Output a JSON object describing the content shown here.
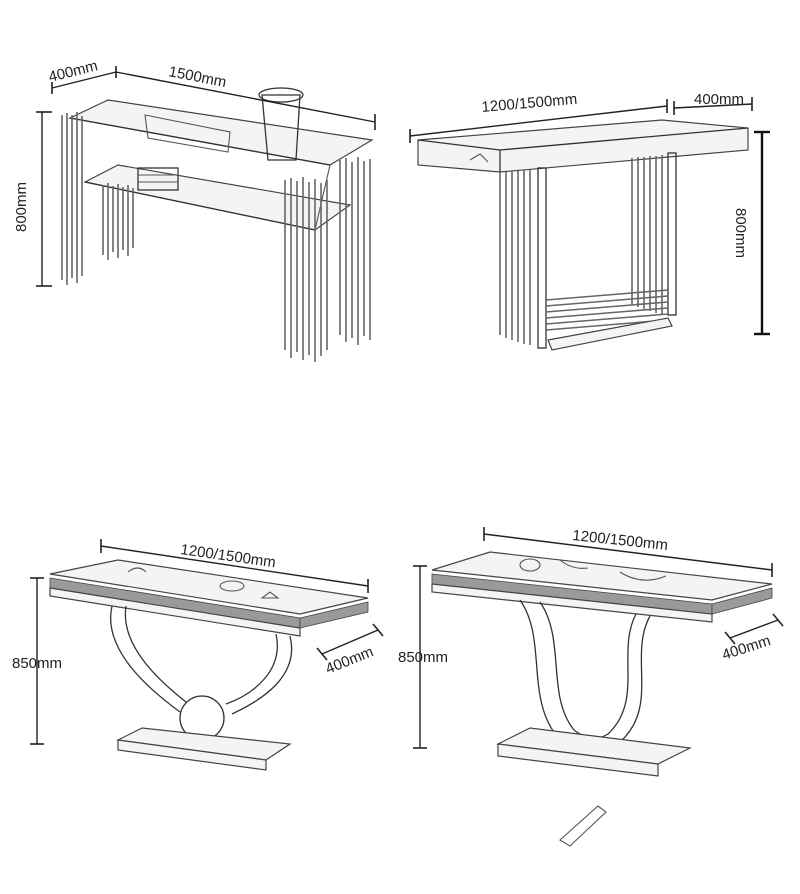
{
  "tables": [
    {
      "id": "A",
      "depth_label": "400mm",
      "width_label": "1500mm",
      "height_label": "800mm"
    },
    {
      "id": "B",
      "width_label": "1200/1500mm",
      "depth_label": "400mm",
      "height_label": "800mm"
    },
    {
      "id": "C",
      "width_label": "1200/1500mm",
      "height_label": "850mm",
      "depth_label": "400mm"
    },
    {
      "id": "D",
      "width_label": "1200/1500mm",
      "height_label": "850mm",
      "depth_label": "400mm"
    }
  ]
}
